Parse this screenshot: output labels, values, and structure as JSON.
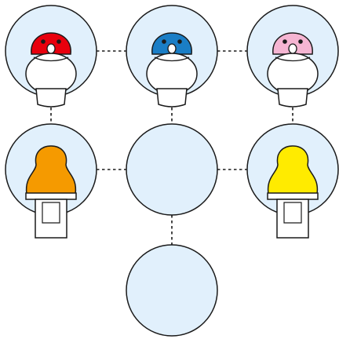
{
  "colors": {
    "slot_fill": "#e1f0fc",
    "outline": "#1a1a1a",
    "connector": "#1a1a1a",
    "piece_red": "#e8000d",
    "piece_blue": "#1a7ec6",
    "piece_pink": "#f5b5d2",
    "piece_orange": "#f59a00",
    "piece_yellow": "#ffeb00",
    "white": "#ffffff"
  },
  "slots": [
    {
      "id": "top-left",
      "piece": {
        "kind": "penguin",
        "color": "piece_red"
      }
    },
    {
      "id": "top-center",
      "piece": {
        "kind": "penguin",
        "color": "piece_blue"
      }
    },
    {
      "id": "top-right",
      "piece": {
        "kind": "penguin",
        "color": "piece_pink"
      }
    },
    {
      "id": "middle-left",
      "piece": {
        "kind": "pawn",
        "color": "piece_orange"
      }
    },
    {
      "id": "center",
      "piece": null
    },
    {
      "id": "middle-right",
      "piece": {
        "kind": "pawn",
        "color": "piece_yellow"
      }
    },
    {
      "id": "bottom-center",
      "piece": null
    }
  ],
  "connections": [
    [
      "top-left",
      "top-center"
    ],
    [
      "top-center",
      "top-right"
    ],
    [
      "top-left",
      "middle-left"
    ],
    [
      "top-center",
      "center"
    ],
    [
      "top-right",
      "middle-right"
    ],
    [
      "middle-left",
      "center"
    ],
    [
      "center",
      "middle-right"
    ],
    [
      "center",
      "bottom-center"
    ]
  ]
}
